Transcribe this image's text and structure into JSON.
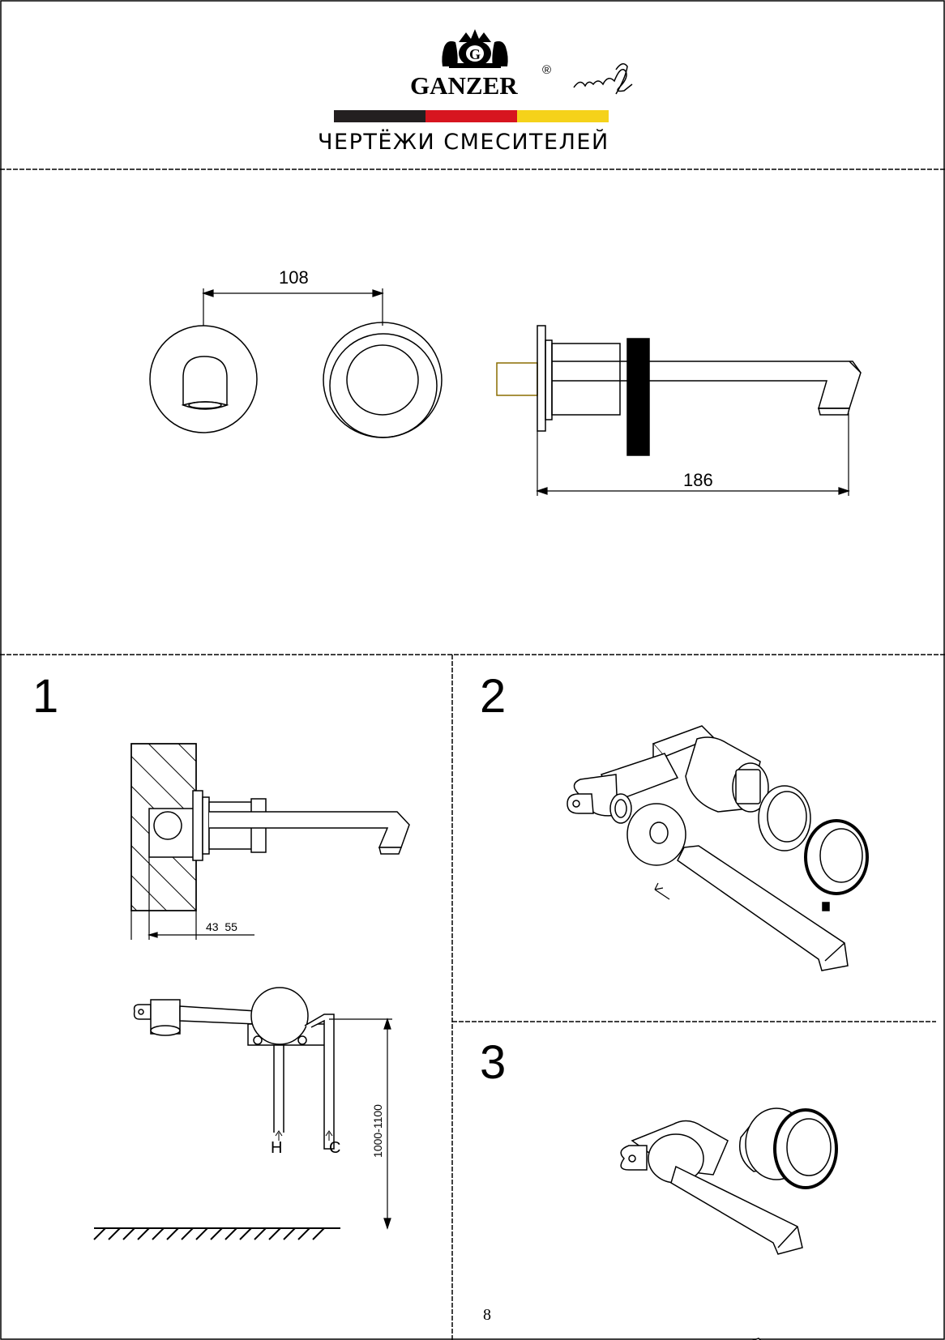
{
  "header": {
    "brand": "GANZER",
    "registered_mark": "®",
    "title": "ЧЕРТЁЖИ СМЕСИТЕЛЕЙ",
    "flag_colors": [
      "#231f20",
      "#d7151f",
      "#f5d21a"
    ]
  },
  "dimensions_view": {
    "spacing_label": "108",
    "length_label": "186"
  },
  "install_step_1": {
    "number": "1",
    "wall_dims_label": "43  55",
    "hot_label": "H",
    "cold_label": "C",
    "height_label": "1000-1100"
  },
  "install_step_2": {
    "number": "2"
  },
  "install_step_3": {
    "number": "3"
  },
  "footer": {
    "page_number": "8"
  }
}
